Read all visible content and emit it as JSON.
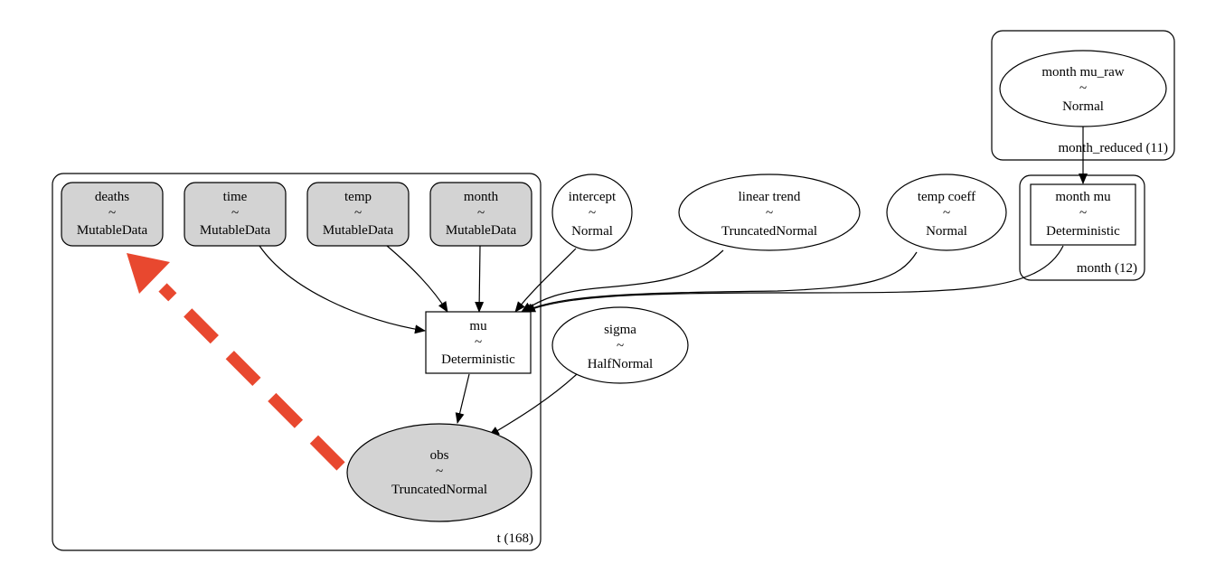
{
  "plates": {
    "t": {
      "label": "t (168)"
    },
    "month_reduced": {
      "label": "month_reduced (11)"
    },
    "month": {
      "label": "month (12)"
    }
  },
  "nodes": {
    "deaths": {
      "name": "deaths",
      "tilde": "~",
      "dist": "MutableData"
    },
    "time": {
      "name": "time",
      "tilde": "~",
      "dist": "MutableData"
    },
    "temp": {
      "name": "temp",
      "tilde": "~",
      "dist": "MutableData"
    },
    "month": {
      "name": "month",
      "tilde": "~",
      "dist": "MutableData"
    },
    "intercept": {
      "name": "intercept",
      "tilde": "~",
      "dist": "Normal"
    },
    "linear_trend": {
      "name": "linear trend",
      "tilde": "~",
      "dist": "TruncatedNormal"
    },
    "temp_coeff": {
      "name": "temp coeff",
      "tilde": "~",
      "dist": "Normal"
    },
    "month_mu_raw": {
      "name": "month mu_raw",
      "tilde": "~",
      "dist": "Normal"
    },
    "month_mu": {
      "name": "month mu",
      "tilde": "~",
      "dist": "Deterministic"
    },
    "mu": {
      "name": "mu",
      "tilde": "~",
      "dist": "Deterministic"
    },
    "sigma": {
      "name": "sigma",
      "tilde": "~",
      "dist": "HalfNormal"
    },
    "obs": {
      "name": "obs",
      "tilde": "~",
      "dist": "TruncatedNormal"
    }
  },
  "colors": {
    "observed_fill": "#d3d3d3",
    "annotation_arrow": "#e8482f",
    "stroke": "#000000"
  }
}
